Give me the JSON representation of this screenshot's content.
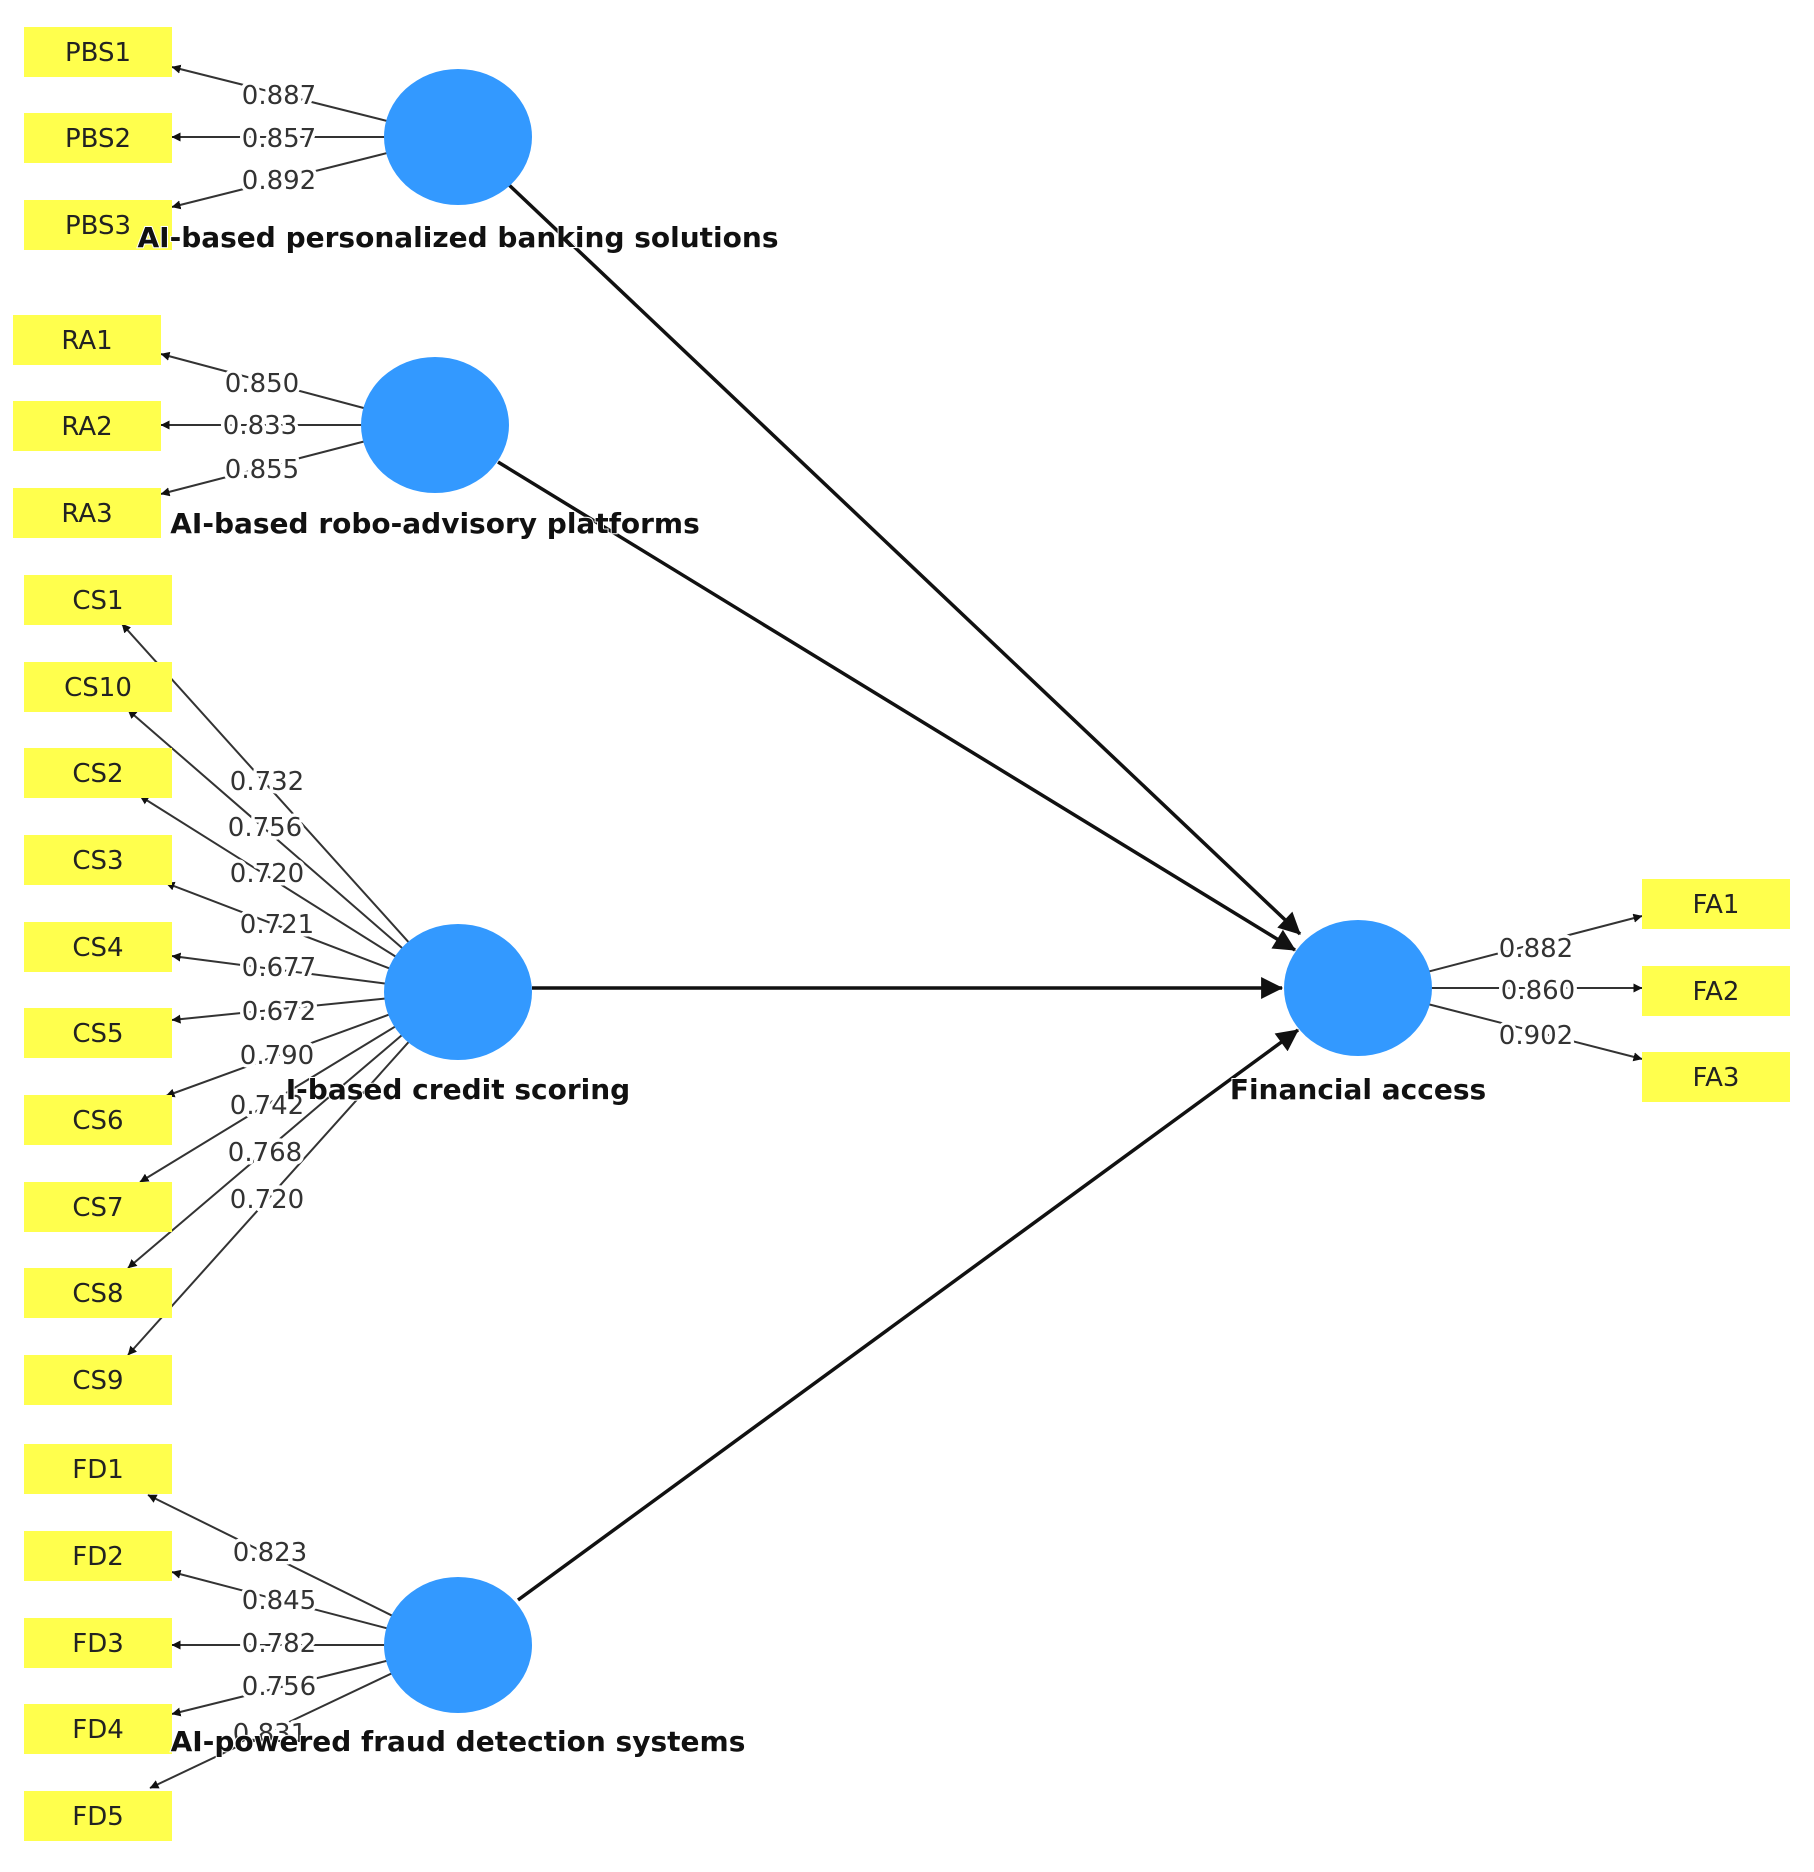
{
  "colors": {
    "indicator": "#ffff4d",
    "construct": "#3399ff",
    "path": "#111111",
    "loading_line": "#333333"
  },
  "constructs": [
    {
      "id": "pbs",
      "label": "AI-based personalized banking solutions",
      "indicators": [
        {
          "name": "PBS1",
          "loading": "0.887"
        },
        {
          "name": "PBS2",
          "loading": "0.857"
        },
        {
          "name": "PBS3",
          "loading": "0.892"
        }
      ]
    },
    {
      "id": "ra",
      "label": "AI-based robo-advisory platforms",
      "indicators": [
        {
          "name": "RA1",
          "loading": "0.850"
        },
        {
          "name": "RA2",
          "loading": "0.833"
        },
        {
          "name": "RA3",
          "loading": "0.855"
        }
      ]
    },
    {
      "id": "cs",
      "label": "I-based credit scoring",
      "indicators": [
        {
          "name": "CS1",
          "loading": "0.732"
        },
        {
          "name": "CS10",
          "loading": "0.756"
        },
        {
          "name": "CS2",
          "loading": "0.720"
        },
        {
          "name": "CS3",
          "loading": "0.721"
        },
        {
          "name": "CS4",
          "loading": "0.677"
        },
        {
          "name": "CS5",
          "loading": "0.672"
        },
        {
          "name": "CS6",
          "loading": "0.790"
        },
        {
          "name": "CS7",
          "loading": "0.742"
        },
        {
          "name": "CS8",
          "loading": "0.768"
        },
        {
          "name": "CS9",
          "loading": "0.720"
        }
      ]
    },
    {
      "id": "fd",
      "label": "AI-powered fraud detection systems",
      "indicators": [
        {
          "name": "FD1",
          "loading": "0.823"
        },
        {
          "name": "FD2",
          "loading": "0.845"
        },
        {
          "name": "FD3",
          "loading": "0.782"
        },
        {
          "name": "FD4",
          "loading": "0.756"
        },
        {
          "name": "FD5",
          "loading": "0.831"
        }
      ]
    },
    {
      "id": "fa",
      "label": "Financial access",
      "indicators": [
        {
          "name": "FA1",
          "loading": "0.882"
        },
        {
          "name": "FA2",
          "loading": "0.860"
        },
        {
          "name": "FA3",
          "loading": "0.902"
        }
      ]
    }
  ],
  "paths": [
    {
      "from": "pbs",
      "to": "fa"
    },
    {
      "from": "ra",
      "to": "fa"
    },
    {
      "from": "cs",
      "to": "fa"
    },
    {
      "from": "fd",
      "to": "fa"
    }
  ]
}
